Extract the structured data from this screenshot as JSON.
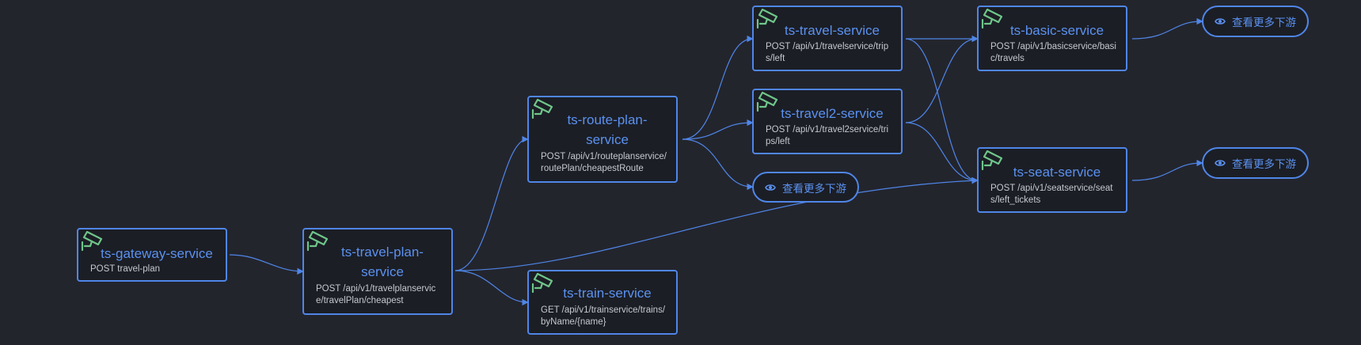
{
  "colors": {
    "background": "#23252d",
    "node_border": "#4f86e8",
    "title": "#5b91f0",
    "camera_icon": "#6fc68a",
    "edge": "#4f86e8"
  },
  "icons": {
    "node": "surveillance-camera-icon",
    "more": "eye-icon"
  },
  "nodes": {
    "gateway": {
      "title": "ts-gateway-service",
      "path": "POST travel-plan"
    },
    "travel_plan": {
      "title_lines": [
        "ts-travel-plan-",
        "service"
      ],
      "path": "POST /api/v1/travelplanservice/travelPlan/cheapest"
    },
    "route_plan": {
      "title_lines": [
        "ts-route-plan-",
        "service"
      ],
      "path": "POST /api/v1/routeplanservice/routePlan/cheapestRoute"
    },
    "train": {
      "title": "ts-train-service",
      "path": "GET /api/v1/trainservice/trains/byName/{name}"
    },
    "travel": {
      "title": "ts-travel-service",
      "path": "POST /api/v1/travelservice/trips/left"
    },
    "travel2": {
      "title": "ts-travel2-service",
      "path": "POST /api/v1/travel2service/trips/left"
    },
    "basic": {
      "title": "ts-basic-service",
      "path": "POST /api/v1/basicservice/basic/travels"
    },
    "seat": {
      "title": "ts-seat-service",
      "path": "POST /api/v1/seatservice/seats/left_tickets"
    }
  },
  "more_buttons": {
    "route_plan": "查看更多下游",
    "basic": "查看更多下游",
    "seat": "查看更多下游"
  }
}
